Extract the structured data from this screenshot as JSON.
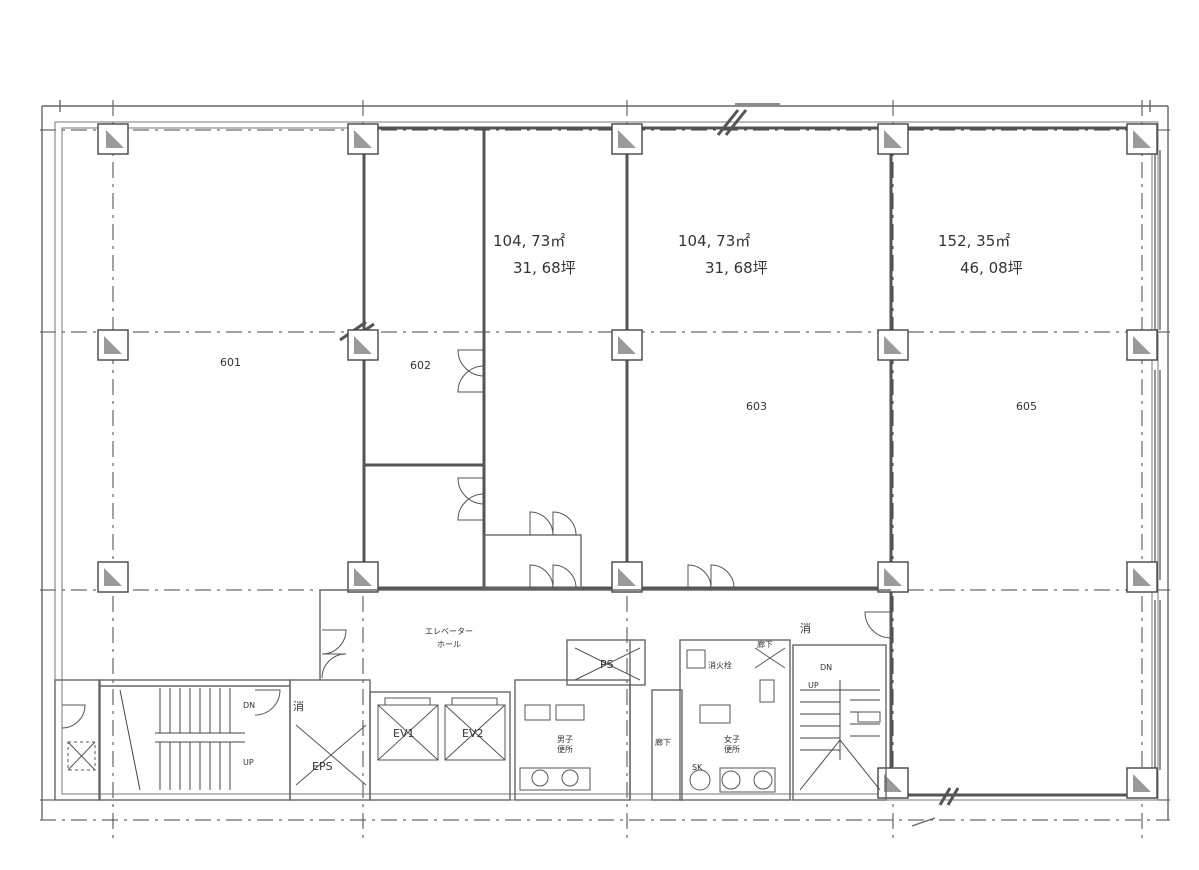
{
  "units": [
    {
      "id": "unit-601",
      "number": "601"
    },
    {
      "id": "unit-602",
      "number": "602"
    },
    {
      "id": "unit-603",
      "number": "603",
      "area_m2": "104, 73㎡",
      "area_tsubo": "31, 68坪"
    },
    {
      "id": "unit-604",
      "area_m2": "104, 73㎡",
      "area_tsubo": "31, 68坪"
    },
    {
      "id": "unit-605",
      "number": "605",
      "area_m2": "152, 35㎡",
      "area_tsubo": "46, 08坪"
    }
  ],
  "labels": {
    "elevator_hall_line1": "エレベーター",
    "elevator_hall_line2": "ホール",
    "corridor": "廊下",
    "corridor_left": "廊下",
    "ev1": "EV1",
    "ev2": "EV2",
    "ps": "PS",
    "eps": "EPS",
    "sk": "SK",
    "mens_wc_line1": "男子",
    "mens_wc_line2": "便所",
    "womens_wc_line1": "女子",
    "womens_wc_line2": "便所",
    "stair_down": "DN",
    "stair_up": "UP",
    "stair_down_right": "DN",
    "stair_up_right": "UP",
    "hydrant": "消火栓",
    "mark_left": "消",
    "mark_right": "消"
  }
}
